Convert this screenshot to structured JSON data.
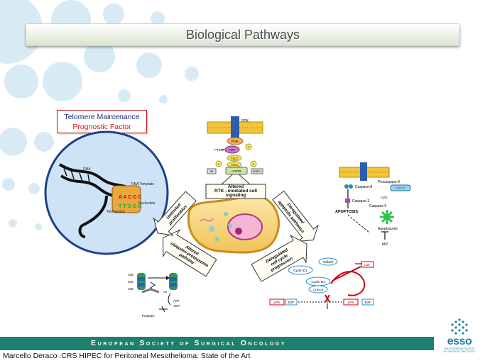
{
  "title": "Biological Pathways",
  "telomere_box": {
    "line1": "Telomere Maintenance",
    "line2": "Prognostic Factor"
  },
  "telomere_labels": {
    "dna": "DNA",
    "rna_template": "RNA Template",
    "nucleotide": "Nucleotide",
    "telomerase": "Telomerase",
    "seq_top": "A A C C C",
    "seq_bottom": "T T G G G"
  },
  "center_labels": {
    "top": [
      "Altered",
      "RTK –mediated cell",
      "signaling"
    ],
    "right_top": [
      "Deregulated",
      "apoptotic pathways"
    ],
    "right_bottom": [
      "Deregulated",
      "cell cycle",
      "progression"
    ],
    "left_bottom": [
      "Altered",
      "ubiquitin-proteasome",
      "pathway"
    ],
    "left_top": [
      "Unlimited",
      "proliferation"
    ]
  },
  "rtk_labels": {
    "rtk": "RTK",
    "pi3k": "PI3K",
    "akt": "AKT",
    "pten": "PTEN",
    "tsc2": "TSC2",
    "tsc1": "TSC1",
    "mtor": "mTOR",
    "s6": "S6",
    "4ebp1": "4EBP1",
    "p": "P"
  },
  "apoptosis_labels": {
    "procaspase8": "Procaspase-8",
    "caspase8": "Caspase-8",
    "caspase3": "Caspase-3",
    "apoptosis": "APOPTOSIS",
    "cytc_box": "CYT C",
    "cytc": "CytC",
    "caspase9": "Caspase-9",
    "apoptosome": "Apoptosome",
    "iap": "IAP"
  },
  "cycle_labels": {
    "cdk46": "Cdk4/6",
    "cyclin_d1": "Cyclin D1",
    "p16": "p16",
    "cdk46_2": "CDK4/6",
    "prb": "pRb",
    "e2f": "E2F"
  },
  "proteasome_labels": {
    "s19": "19S",
    "s20": "20S",
    "s19b": "19S",
    "atp": "ATP",
    "adp": "ADP",
    "peptides": "Peptides",
    "ub": "Ub"
  },
  "footer": {
    "society": "European Society of Surgical Oncology",
    "credit": "Marcello Deraco .CRS HIPEC for Peritoneal Mesothelioma: State of the Art"
  },
  "logo": {
    "word": "esso",
    "sub1": "THE EUROPEAN SOCIETY",
    "sub2": "OF SURGICAL ONCOLOGY"
  },
  "colors": {
    "footer": "#1d7f6e",
    "logo": "#1d7fa0",
    "accent_red": "#d11111",
    "membrane": "#f2c53d",
    "receptor": "#2b5fae"
  }
}
